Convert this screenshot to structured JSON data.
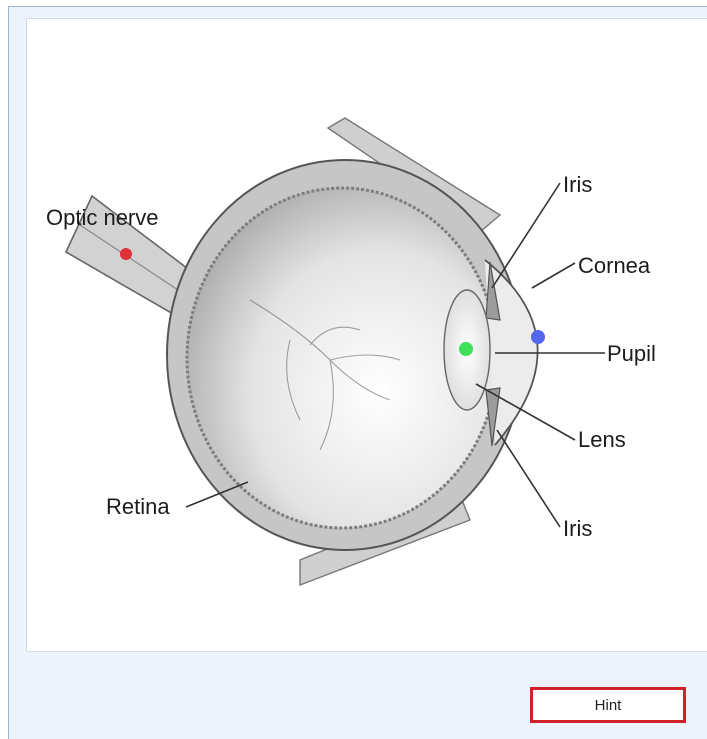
{
  "diagram": {
    "labels": {
      "optic_nerve": "Optic nerve",
      "iris_top": "Iris",
      "cornea": "Cornea",
      "pupil": "Pupil",
      "lens": "Lens",
      "retina": "Retina",
      "iris_bottom": "Iris"
    },
    "markers": [
      {
        "name": "optic-nerve-marker",
        "color": "#e0303a"
      },
      {
        "name": "lens-marker",
        "color": "#3ee05a"
      },
      {
        "name": "cornea-marker",
        "color": "#5566ee"
      }
    ]
  },
  "buttons": {
    "hint_label": "Hint"
  }
}
